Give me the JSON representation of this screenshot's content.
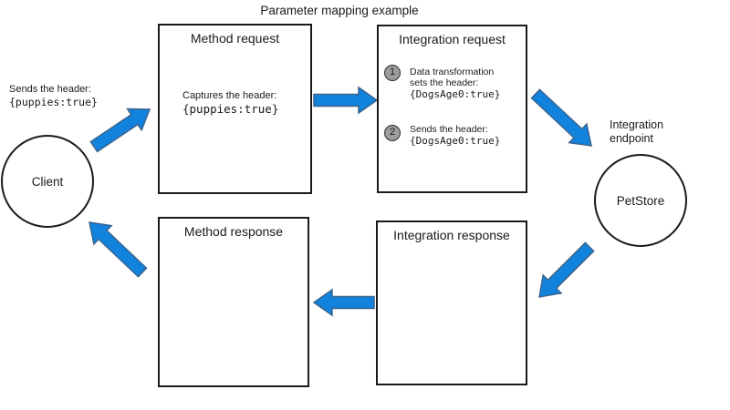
{
  "title": "Parameter mapping example",
  "client": {
    "label": "Client",
    "annotation": {
      "line1": "Sends the header:",
      "code": "{puppies:true}"
    }
  },
  "endpoint": {
    "label": "PetStore",
    "annotation": {
      "line1": "Integration",
      "line2": "endpoint"
    }
  },
  "boxes": {
    "method_request": {
      "title": "Method request",
      "body": {
        "line1": "Captures the header:",
        "code": "{puppies:true}"
      }
    },
    "integration_request": {
      "title": "Integration request",
      "steps": [
        {
          "number": "1",
          "line1": "Data transformation",
          "line2": "sets the header:",
          "code": "{DogsAge0:true}"
        },
        {
          "number": "2",
          "line1": "Sends the header:",
          "code": "{DogsAge0:true}"
        }
      ]
    },
    "method_response": {
      "title": "Method response"
    },
    "integration_response": {
      "title": "Integration response"
    }
  },
  "colors": {
    "arrow_fill": "#1283DC",
    "arrow_stroke": "#3a648f",
    "step_circle_fill": "#9c9c9c",
    "step_circle_stroke": "#2f2f2f"
  }
}
